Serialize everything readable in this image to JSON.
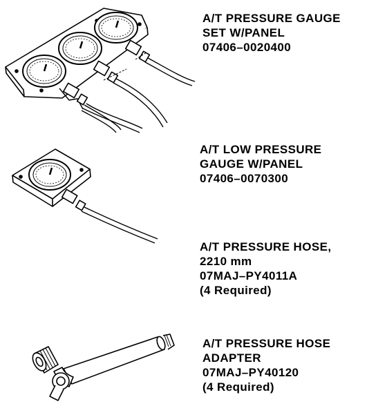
{
  "tools": [
    {
      "name_lines": [
        "A/T PRESSURE GAUGE",
        "SET W/PANEL"
      ],
      "part_number": "07406–0020400",
      "quantity_note": ""
    },
    {
      "name_lines": [
        "A/T LOW PRESSURE",
        "GAUGE W/PANEL"
      ],
      "part_number": "07406–0070300",
      "quantity_note": ""
    },
    {
      "name_lines": [
        "A/T PRESSURE HOSE,",
        "2210 mm"
      ],
      "part_number": "07MAJ–PY4011A",
      "quantity_note": "(4 Required)"
    },
    {
      "name_lines": [
        "A/T PRESSURE HOSE",
        "ADAPTER"
      ],
      "part_number": "07MAJ–PY40120",
      "quantity_note": "(4 Required)"
    }
  ]
}
